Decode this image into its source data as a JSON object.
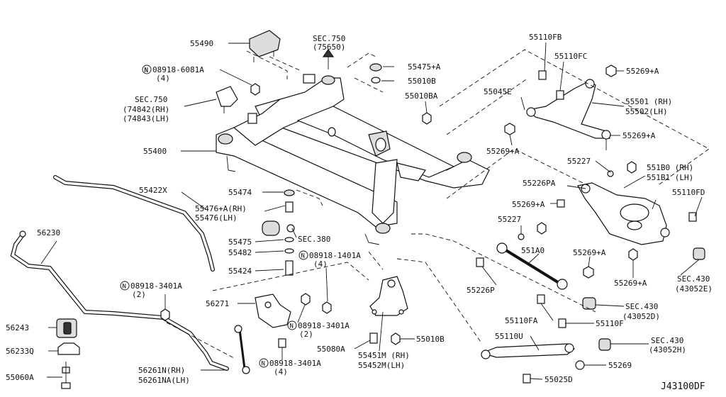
{
  "diagram_id": "J43100DF",
  "labels": {
    "p55490": "55490",
    "p08918_6081A": "08918-6081A",
    "q4a": "(4)",
    "sec750a": "SEC.750",
    "sec750a_sub": "(75650)",
    "sec750b": "SEC.750",
    "sec750b_rh": "(74842(RH)",
    "sec750b_lh": "(74843(LH)",
    "p55400": "55400",
    "p55422X": "55422X",
    "p56230": "56230",
    "p55474": "55474",
    "p55476A": "55476+A(RH)",
    "p55476": "55476(LH)",
    "p55475": "55475",
    "sec380": "SEC.380",
    "p55482": "55482",
    "p08918_1401A": "08918-1401A",
    "q4b": "(4)",
    "p55424": "55424",
    "p08918_3401A_a": "08918-3401A",
    "q2a": "(2)",
    "p56271": "56271",
    "p08918_3401A_b": "08918-3401A",
    "q2b": "(2)",
    "p08918_3401A_c": "08918-3401A",
    "q4c": "(4)",
    "p56243": "56243",
    "p56233Q": "56233Q",
    "p55060A": "55060A",
    "p56261N": "56261N(RH)",
    "p56261NA": "56261NA(LH)",
    "p55080A": "55080A",
    "p55451M": "55451M (RH)",
    "p55452M": "55452M(LH)",
    "p55010B_b": "55010B",
    "p55475A": "55475+A",
    "p55010B_a": "55010B",
    "p55010BA": "55010BA",
    "p55110FB": "55110FB",
    "p55110FC": "55110FC",
    "p55269A_1": "55269+A",
    "p55045E": "55045E",
    "p55501": "55501 (RH)",
    "p55502": "55502(LH)",
    "p55269A_2": "55269+A",
    "p55269A_3": "55269+A",
    "p55227_a": "55227",
    "p551B0": "551B0 (RH)",
    "p551B1": "551B1 (LH)",
    "p55226PA": "55226PA",
    "p55110FD": "55110FD",
    "p55269A_4": "55269+A",
    "p55227_b": "55227",
    "p551A0": "551A0",
    "p55269A_5": "55269+A",
    "p55226P": "55226P",
    "p55269A_6": "55269+A",
    "sec430a": "SEC.430",
    "sec430a_sub": "(43052E)",
    "p55110FA": "55110FA",
    "sec430b": "SEC.430",
    "sec430b_sub": "(43052D)",
    "p55110F": "55110F",
    "p55110U": "55110U",
    "sec430c": "SEC.430",
    "sec430c_sub": "(43052H)",
    "p55269": "55269",
    "p55025D": "55025D"
  },
  "nut_symbol": "N"
}
